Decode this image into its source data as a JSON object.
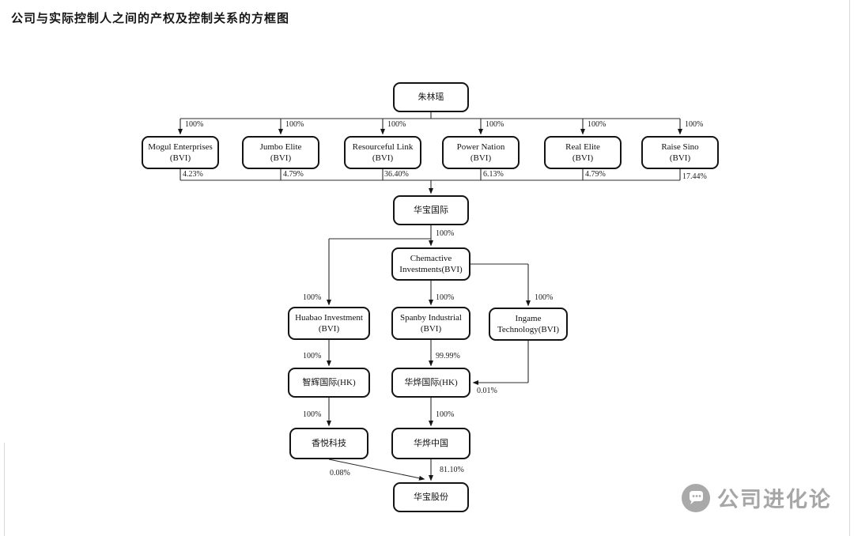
{
  "page": {
    "title": "公司与实际控制人之间的产权及控制关系的方框图"
  },
  "watermark": {
    "text": "公司进化论",
    "icon": "chat-bubble-logo",
    "color": "#a6a6a6"
  },
  "colors": {
    "box_border": "#141414",
    "connector": "#2b2b2b",
    "background": "#ffffff"
  },
  "chart_data": {
    "type": "diagram",
    "subtype": "corporate-ownership-structure",
    "title": "公司与实际控制人之间的产权及控制关系的方框图",
    "nodes": {
      "zhu_linyao": "朱林瑶",
      "mogul": "Mogul Enterprises\n(BVI)",
      "jumbo": "Jumbo Elite\n(BVI)",
      "resourceful": "Resourceful Link\n(BVI)",
      "power": "Power Nation\n(BVI)",
      "real_elite": "Real Elite\n(BVI)",
      "raise_sino": "Raise Sino\n(BVI)",
      "huabao_intl": "华宝国际",
      "chemactive": "Chemactive\nInvestments(BVI)",
      "huabao_inv": "Huabao Investment\n(BVI)",
      "spanby": "Spanby Industrial\n(BVI)",
      "ingame": "Ingame\nTechnology(BVI)",
      "zhihui_hk": "智辉国际(HK)",
      "huaye_hk": "华烨国际(HK)",
      "xiangyue": "香悦科技",
      "huaye_cn": "华烨中国",
      "huabao_shares": "华宝股份"
    },
    "edges": [
      {
        "from": "zhu_linyao",
        "to": "mogul",
        "label": "100%"
      },
      {
        "from": "zhu_linyao",
        "to": "jumbo",
        "label": "100%"
      },
      {
        "from": "zhu_linyao",
        "to": "resourceful",
        "label": "100%"
      },
      {
        "from": "zhu_linyao",
        "to": "power",
        "label": "100%"
      },
      {
        "from": "zhu_linyao",
        "to": "real_elite",
        "label": "100%"
      },
      {
        "from": "zhu_linyao",
        "to": "raise_sino",
        "label": "100%"
      },
      {
        "from": "mogul",
        "to": "huabao_intl",
        "label": "4.23%"
      },
      {
        "from": "jumbo",
        "to": "huabao_intl",
        "label": "4.79%"
      },
      {
        "from": "resourceful",
        "to": "huabao_intl",
        "label": "36.40%"
      },
      {
        "from": "power",
        "to": "huabao_intl",
        "label": "6.13%"
      },
      {
        "from": "real_elite",
        "to": "huabao_intl",
        "label": "4.79%"
      },
      {
        "from": "raise_sino",
        "to": "huabao_intl",
        "label": "17.44%"
      },
      {
        "from": "huabao_intl",
        "to": "chemactive",
        "label": "100%"
      },
      {
        "from": "huabao_intl",
        "to": "huabao_inv",
        "label": "100%"
      },
      {
        "from": "chemactive",
        "to": "spanby",
        "label": "100%"
      },
      {
        "from": "chemactive",
        "to": "ingame",
        "label": "100%"
      },
      {
        "from": "huabao_inv",
        "to": "zhihui_hk",
        "label": "100%"
      },
      {
        "from": "spanby",
        "to": "huaye_hk",
        "label": "99.99%"
      },
      {
        "from": "ingame",
        "to": "huaye_hk",
        "label": "0.01%"
      },
      {
        "from": "zhihui_hk",
        "to": "xiangyue",
        "label": "100%"
      },
      {
        "from": "huaye_hk",
        "to": "huaye_cn",
        "label": "100%"
      },
      {
        "from": "xiangyue",
        "to": "huabao_shares",
        "label": "0.08%"
      },
      {
        "from": "huaye_cn",
        "to": "huabao_shares",
        "label": "81.10%"
      }
    ]
  }
}
